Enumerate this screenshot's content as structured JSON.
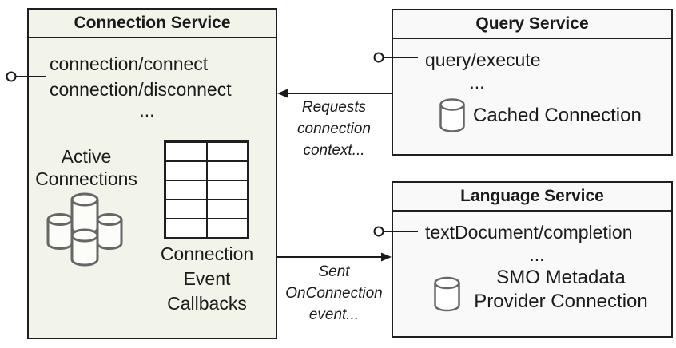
{
  "colors": {
    "connection_box_fill": "#f2f4ea",
    "service_box_fill": "#f9f9f9",
    "border": "#1f1f1f",
    "cylinder_stroke": "#666666",
    "text": "#1a1a1a"
  },
  "connection_service": {
    "title": "Connection Service",
    "methods": [
      "connection/connect",
      "connection/disconnect"
    ],
    "ellipsis": "...",
    "active_connections_label": {
      "lines": [
        "Active",
        "Connections"
      ]
    },
    "callbacks_table": {
      "rows": 5,
      "columns": 2
    },
    "callbacks_label": {
      "lines": [
        "Connection",
        "Event",
        "Callbacks"
      ]
    }
  },
  "query_service": {
    "title": "Query Service",
    "method": "query/execute",
    "ellipsis": "...",
    "cached_connection_label": "Cached Connection"
  },
  "language_service": {
    "title": "Language Service",
    "method": "textDocument/completion",
    "ellipsis": "...",
    "provider_label": {
      "lines": [
        "SMO Metadata",
        "Provider Connection"
      ]
    }
  },
  "edges": {
    "requests_label": {
      "lines": [
        "Requests",
        "connection",
        "context..."
      ]
    },
    "sent_label": {
      "lines": [
        "Sent",
        "OnConnection",
        "event..."
      ]
    }
  }
}
